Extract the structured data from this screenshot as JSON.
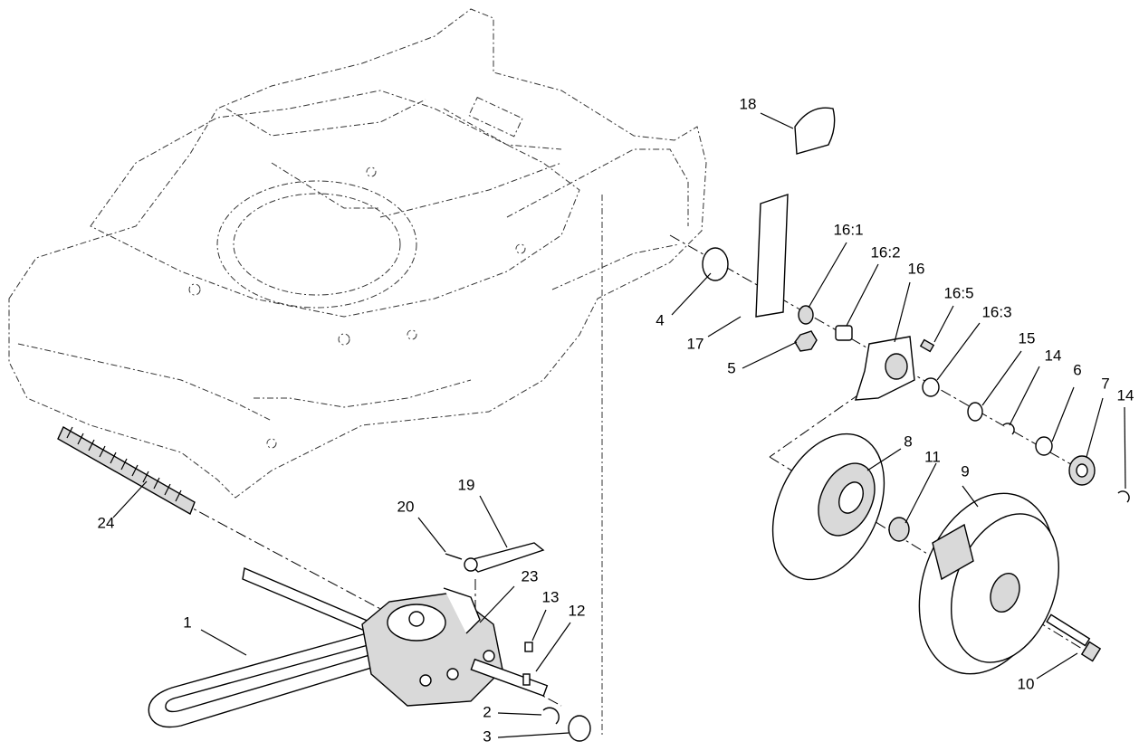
{
  "callouts": [
    {
      "id": "1",
      "label": "1"
    },
    {
      "id": "2",
      "label": "2"
    },
    {
      "id": "3",
      "label": "3"
    },
    {
      "id": "4",
      "label": "4"
    },
    {
      "id": "5",
      "label": "5"
    },
    {
      "id": "6",
      "label": "6"
    },
    {
      "id": "7",
      "label": "7"
    },
    {
      "id": "8",
      "label": "8"
    },
    {
      "id": "9",
      "label": "9"
    },
    {
      "id": "10",
      "label": "10"
    },
    {
      "id": "11",
      "label": "11"
    },
    {
      "id": "12",
      "label": "12"
    },
    {
      "id": "13",
      "label": "13"
    },
    {
      "id": "14a",
      "label": "14"
    },
    {
      "id": "14b",
      "label": "14"
    },
    {
      "id": "15",
      "label": "15"
    },
    {
      "id": "16",
      "label": "16"
    },
    {
      "id": "16-1",
      "label": "16:1"
    },
    {
      "id": "16-2",
      "label": "16:2"
    },
    {
      "id": "16-3",
      "label": "16:3"
    },
    {
      "id": "16-5",
      "label": "16:5"
    },
    {
      "id": "17",
      "label": "17"
    },
    {
      "id": "18",
      "label": "18"
    },
    {
      "id": "19",
      "label": "19"
    },
    {
      "id": "20",
      "label": "20"
    },
    {
      "id": "23",
      "label": "23"
    },
    {
      "id": "24",
      "label": "24"
    }
  ]
}
